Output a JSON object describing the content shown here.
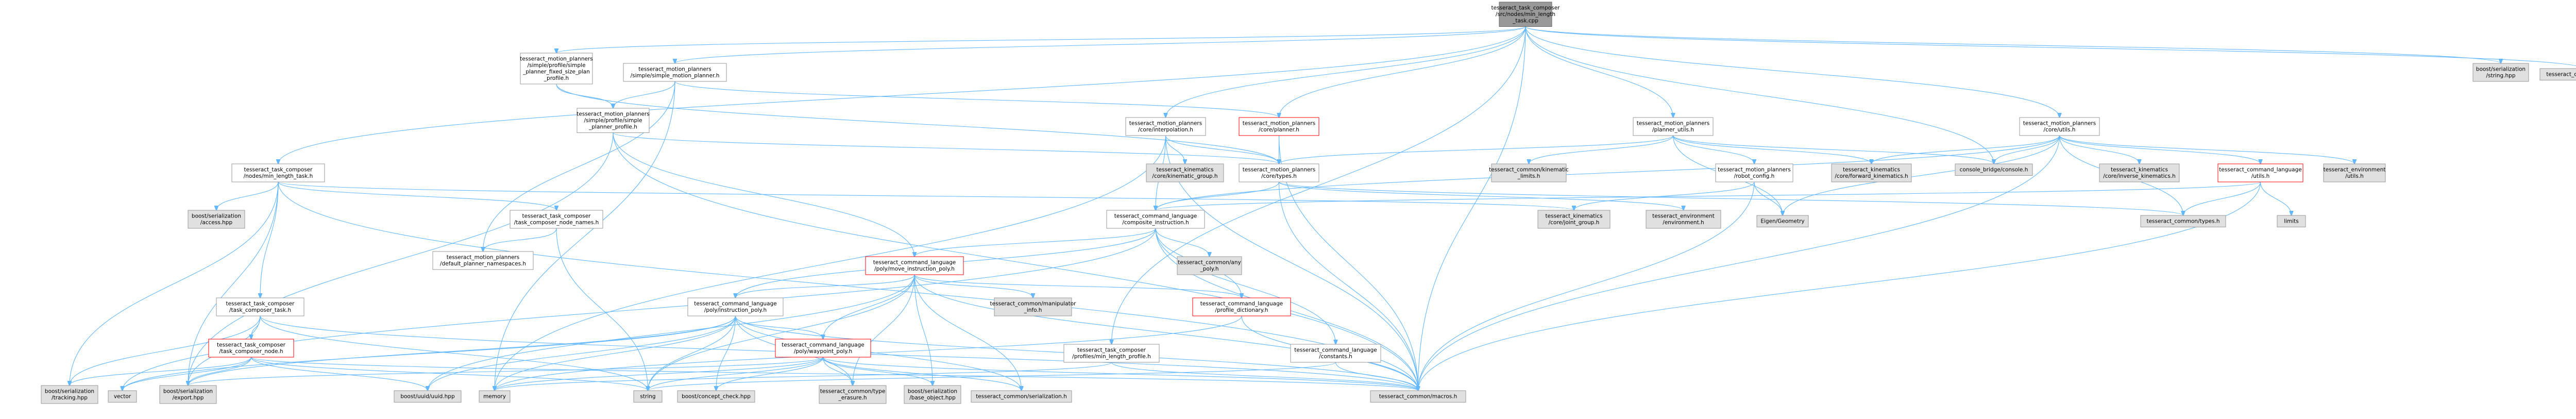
{
  "colors": {
    "edge": "#63b8ff",
    "border": "#999999",
    "gray_fill": "#e0e0e0",
    "root_fill": "#999999",
    "root_border": "#666666",
    "red_border": "#ff0000"
  },
  "nodes": [
    {
      "id": "root",
      "lines": [
        "tesseract_task_composer",
        "/src/nodes/min_length",
        "_task.cpp"
      ],
      "style": "root"
    },
    {
      "id": "mp_simple_fixed",
      "lines": [
        "tesseract_motion_planners",
        "/simple/profile/simple",
        "_planner_fixed_size_plan",
        "_profile.h"
      ],
      "style": "white"
    },
    {
      "id": "mp_simple_motion_planner",
      "lines": [
        "tesseract_motion_planners",
        "/simple/simple_motion_planner.h"
      ],
      "style": "white"
    },
    {
      "id": "mp_simple_planner_profile",
      "lines": [
        "tesseract_motion_planners",
        "/simple/profile/simple",
        "_planner_profile.h"
      ],
      "style": "white"
    },
    {
      "id": "boost_ser_string",
      "lines": [
        "boost/serialization",
        "/string.hpp"
      ],
      "style": "gray"
    },
    {
      "id": "common_timer",
      "lines": [
        "tesseract_common/timer.h"
      ],
      "style": "gray"
    },
    {
      "id": "mp_core_interpolation",
      "lines": [
        "tesseract_motion_planners",
        "/core/interpolation.h"
      ],
      "style": "white"
    },
    {
      "id": "mp_core_planner",
      "lines": [
        "tesseract_motion_planners",
        "/core/planner.h"
      ],
      "style": "red"
    },
    {
      "id": "mp_planner_utils",
      "lines": [
        "tesseract_motion_planners",
        "/planner_utils.h"
      ],
      "style": "white"
    },
    {
      "id": "mp_core_utils",
      "lines": [
        "tesseract_motion_planners",
        "/core/utils.h"
      ],
      "style": "white"
    },
    {
      "id": "tc_min_length_task",
      "lines": [
        "tesseract_task_composer",
        "/nodes/min_length_task.h"
      ],
      "style": "white"
    },
    {
      "id": "kin_kinematic_group",
      "lines": [
        "tesseract_kinematics",
        "/core/kinematic_group.h"
      ],
      "style": "gray"
    },
    {
      "id": "mp_core_types",
      "lines": [
        "tesseract_motion_planners",
        "/core/types.h"
      ],
      "style": "white"
    },
    {
      "id": "common_kinematic_limits",
      "lines": [
        "tesseract_common/kinematic",
        "_limits.h"
      ],
      "style": "gray"
    },
    {
      "id": "mp_robot_config",
      "lines": [
        "tesseract_motion_planners",
        "/robot_config.h"
      ],
      "style": "white"
    },
    {
      "id": "kin_forward",
      "lines": [
        "tesseract_kinematics",
        "/core/forward_kinematics.h"
      ],
      "style": "gray"
    },
    {
      "id": "console_bridge",
      "lines": [
        "console_bridge/console.h"
      ],
      "style": "gray"
    },
    {
      "id": "kin_inverse",
      "lines": [
        "tesseract_kinematics",
        "/core/inverse_kinematics.h"
      ],
      "style": "gray"
    },
    {
      "id": "cmd_utils",
      "lines": [
        "tesseract_command_language",
        "/utils.h"
      ],
      "style": "red"
    },
    {
      "id": "env_utils",
      "lines": [
        "tesseract_environment",
        "/utils.h"
      ],
      "style": "gray"
    },
    {
      "id": "boost_ser_access",
      "lines": [
        "boost/serialization",
        "/access.hpp"
      ],
      "style": "gray"
    },
    {
      "id": "tc_node_names",
      "lines": [
        "tesseract_task_composer",
        "/task_composer_node_names.h"
      ],
      "style": "white"
    },
    {
      "id": "cmd_composite_instruction",
      "lines": [
        "tesseract_command_language",
        "/composite_instruction.h"
      ],
      "style": "white"
    },
    {
      "id": "kin_joint_group",
      "lines": [
        "tesseract_kinematics",
        "/core/joint_group.h"
      ],
      "style": "gray"
    },
    {
      "id": "env_environment",
      "lines": [
        "tesseract_environment",
        "/environment.h"
      ],
      "style": "gray"
    },
    {
      "id": "eigen_geometry",
      "lines": [
        "Eigen/Geometry"
      ],
      "style": "gray"
    },
    {
      "id": "common_types",
      "lines": [
        "tesseract_common/types.h"
      ],
      "style": "gray"
    },
    {
      "id": "limits",
      "lines": [
        "limits"
      ],
      "style": "gray"
    },
    {
      "id": "mp_default_namespaces",
      "lines": [
        "tesseract_motion_planners",
        "/default_planner_namespaces.h"
      ],
      "style": "white"
    },
    {
      "id": "common_any_poly",
      "lines": [
        "tesseract_common/any",
        "_poly.h"
      ],
      "style": "gray"
    },
    {
      "id": "cmd_move_instruction_poly",
      "lines": [
        "tesseract_command_language",
        "/poly/move_instruction_poly.h"
      ],
      "style": "red"
    },
    {
      "id": "tc_task_composer_task",
      "lines": [
        "tesseract_task_composer",
        "/task_composer_task.h"
      ],
      "style": "white"
    },
    {
      "id": "cmd_instruction_poly",
      "lines": [
        "tesseract_command_language",
        "/poly/instruction_poly.h"
      ],
      "style": "white"
    },
    {
      "id": "common_manipulator_info",
      "lines": [
        "tesseract_common/manipulator",
        "_info.h"
      ],
      "style": "gray"
    },
    {
      "id": "cmd_profile_dictionary",
      "lines": [
        "tesseract_command_language",
        "/profile_dictionary.h"
      ],
      "style": "red"
    },
    {
      "id": "tc_task_composer_node",
      "lines": [
        "tesseract_task_composer",
        "/task_composer_node.h"
      ],
      "style": "red"
    },
    {
      "id": "cmd_waypoint_poly",
      "lines": [
        "tesseract_command_language",
        "/poly/waypoint_poly.h"
      ],
      "style": "red"
    },
    {
      "id": "tc_profiles_min_length",
      "lines": [
        "tesseract_task_composer",
        "/profiles/min_length_profile.h"
      ],
      "style": "white"
    },
    {
      "id": "cmd_constants",
      "lines": [
        "tesseract_command_language",
        "/constants.h"
      ],
      "style": "white"
    },
    {
      "id": "boost_ser_tracking",
      "lines": [
        "boost/serialization",
        "/tracking.hpp"
      ],
      "style": "gray"
    },
    {
      "id": "vector",
      "lines": [
        "vector"
      ],
      "style": "gray"
    },
    {
      "id": "boost_ser_export",
      "lines": [
        "boost/serialization",
        "/export.hpp"
      ],
      "style": "gray"
    },
    {
      "id": "boost_uuid",
      "lines": [
        "boost/uuid/uuid.hpp"
      ],
      "style": "gray"
    },
    {
      "id": "memory",
      "lines": [
        "memory"
      ],
      "style": "gray"
    },
    {
      "id": "string",
      "lines": [
        "string"
      ],
      "style": "gray"
    },
    {
      "id": "boost_concept_check",
      "lines": [
        "boost/concept_check.hpp"
      ],
      "style": "gray"
    },
    {
      "id": "common_type_erasure",
      "lines": [
        "tesseract_common/type",
        "_erasure.h"
      ],
      "style": "gray"
    },
    {
      "id": "boost_ser_base_object",
      "lines": [
        "boost/serialization",
        "/base_object.hpp"
      ],
      "style": "gray"
    },
    {
      "id": "common_serialization",
      "lines": [
        "tesseract_common/serialization.h"
      ],
      "style": "gray"
    },
    {
      "id": "common_macros",
      "lines": [
        "tesseract_common/macros.h"
      ],
      "style": "gray"
    }
  ],
  "edges": [
    [
      "root",
      "mp_simple_fixed"
    ],
    [
      "root",
      "mp_simple_motion_planner"
    ],
    [
      "root",
      "boost_ser_string"
    ],
    [
      "root",
      "common_timer"
    ],
    [
      "root",
      "mp_core_interpolation"
    ],
    [
      "root",
      "mp_core_planner"
    ],
    [
      "root",
      "mp_planner_utils"
    ],
    [
      "root",
      "mp_core_utils"
    ],
    [
      "root",
      "tc_min_length_task"
    ],
    [
      "root",
      "console_bridge"
    ],
    [
      "root",
      "tc_profiles_min_length"
    ],
    [
      "root",
      "common_macros"
    ],
    [
      "mp_simple_fixed",
      "mp_simple_planner_profile"
    ],
    [
      "mp_simple_fixed",
      "mp_core_types"
    ],
    [
      "mp_simple_motion_planner",
      "mp_simple_planner_profile"
    ],
    [
      "mp_simple_motion_planner",
      "mp_core_planner"
    ],
    [
      "mp_simple_motion_planner",
      "mp_default_namespaces"
    ],
    [
      "mp_simple_motion_planner",
      "memory"
    ],
    [
      "mp_simple_planner_profile",
      "cmd_move_instruction_poly"
    ],
    [
      "mp_simple_planner_profile",
      "mp_core_types"
    ],
    [
      "mp_simple_planner_profile",
      "boost_ser_export"
    ],
    [
      "mp_simple_planner_profile",
      "common_macros"
    ],
    [
      "mp_core_interpolation",
      "kin_kinematic_group"
    ],
    [
      "mp_core_interpolation",
      "mp_core_types"
    ],
    [
      "mp_core_interpolation",
      "cmd_composite_instruction"
    ],
    [
      "mp_core_interpolation",
      "common_macros"
    ],
    [
      "mp_core_interpolation",
      "memory"
    ],
    [
      "mp_core_planner",
      "mp_core_types"
    ],
    [
      "mp_core_planner",
      "common_macros"
    ],
    [
      "mp_planner_utils",
      "mp_core_types"
    ],
    [
      "mp_planner_utils",
      "common_kinematic_limits"
    ],
    [
      "mp_planner_utils",
      "mp_robot_config"
    ],
    [
      "mp_planner_utils",
      "kin_forward"
    ],
    [
      "mp_planner_utils",
      "eigen_geometry"
    ],
    [
      "mp_planner_utils",
      "console_bridge"
    ],
    [
      "mp_core_utils",
      "kin_forward"
    ],
    [
      "mp_core_utils",
      "console_bridge"
    ],
    [
      "mp_core_utils",
      "kin_inverse"
    ],
    [
      "mp_core_utils",
      "cmd_utils"
    ],
    [
      "mp_core_utils",
      "env_utils"
    ],
    [
      "mp_core_utils",
      "common_types"
    ],
    [
      "mp_core_utils",
      "cmd_composite_instruction"
    ],
    [
      "mp_core_utils",
      "eigen_geometry"
    ],
    [
      "mp_core_utils",
      "common_macros"
    ],
    [
      "tc_min_length_task",
      "boost_ser_access"
    ],
    [
      "tc_min_length_task",
      "tc_node_names"
    ],
    [
      "tc_min_length_task",
      "tc_task_composer_task"
    ],
    [
      "tc_min_length_task",
      "kin_joint_group"
    ],
    [
      "tc_min_length_task",
      "boost_ser_export"
    ],
    [
      "tc_min_length_task",
      "boost_ser_tracking"
    ],
    [
      "tc_min_length_task",
      "common_macros"
    ],
    [
      "mp_core_types",
      "cmd_composite_instruction"
    ],
    [
      "mp_core_types",
      "env_environment"
    ],
    [
      "mp_core_types",
      "common_types"
    ],
    [
      "mp_core_types",
      "common_macros"
    ],
    [
      "mp_robot_config",
      "eigen_geometry"
    ],
    [
      "mp_robot_config",
      "kin_joint_group"
    ],
    [
      "mp_robot_config",
      "common_macros"
    ],
    [
      "cmd_utils",
      "common_types"
    ],
    [
      "cmd_utils",
      "limits"
    ],
    [
      "cmd_utils",
      "cmd_composite_instruction"
    ],
    [
      "cmd_utils",
      "common_macros"
    ],
    [
      "tc_node_names",
      "mp_default_namespaces"
    ],
    [
      "tc_node_names",
      "string"
    ],
    [
      "cmd_composite_instruction",
      "common_any_poly"
    ],
    [
      "cmd_composite_instruction",
      "cmd_move_instruction_poly"
    ],
    [
      "cmd_composite_instruction",
      "cmd_instruction_poly"
    ],
    [
      "cmd_composite_instruction",
      "cmd_profile_dictionary"
    ],
    [
      "cmd_composite_instruction",
      "cmd_constants"
    ],
    [
      "cmd_composite_instruction",
      "vector"
    ],
    [
      "cmd_composite_instruction",
      "common_macros"
    ],
    [
      "cmd_move_instruction_poly",
      "cmd_instruction_poly"
    ],
    [
      "cmd_move_instruction_poly",
      "cmd_waypoint_poly"
    ],
    [
      "cmd_move_instruction_poly",
      "common_manipulator_info"
    ],
    [
      "cmd_move_instruction_poly",
      "cmd_profile_dictionary"
    ],
    [
      "cmd_move_instruction_poly",
      "string"
    ],
    [
      "cmd_move_instruction_poly",
      "boost_uuid"
    ],
    [
      "cmd_move_instruction_poly",
      "common_serialization"
    ],
    [
      "cmd_move_instruction_poly",
      "common_type_erasure"
    ],
    [
      "cmd_move_instruction_poly",
      "boost_ser_base_object"
    ],
    [
      "cmd_move_instruction_poly",
      "common_macros"
    ],
    [
      "tc_task_composer_task",
      "tc_task_composer_node"
    ],
    [
      "tc_task_composer_task",
      "boost_ser_export"
    ],
    [
      "tc_task_composer_task",
      "boost_ser_tracking"
    ],
    [
      "tc_task_composer_task",
      "string"
    ],
    [
      "tc_task_composer_task",
      "common_macros"
    ],
    [
      "cmd_instruction_poly",
      "cmd_waypoint_poly"
    ],
    [
      "cmd_instruction_poly",
      "string"
    ],
    [
      "cmd_instruction_poly",
      "boost_uuid"
    ],
    [
      "cmd_instruction_poly",
      "boost_concept_check"
    ],
    [
      "cmd_instruction_poly",
      "common_type_erasure"
    ],
    [
      "cmd_instruction_poly",
      "common_serialization"
    ],
    [
      "cmd_instruction_poly",
      "vector"
    ],
    [
      "cmd_instruction_poly",
      "memory"
    ],
    [
      "cmd_instruction_poly",
      "boost_ser_export"
    ],
    [
      "cmd_instruction_poly",
      "common_macros"
    ],
    [
      "cmd_profile_dictionary",
      "common_macros"
    ],
    [
      "cmd_profile_dictionary",
      "memory"
    ],
    [
      "tc_task_composer_node",
      "boost_uuid"
    ],
    [
      "tc_task_composer_node",
      "boost_ser_export"
    ],
    [
      "tc_task_composer_node",
      "boost_ser_tracking"
    ],
    [
      "tc_task_composer_node",
      "vector"
    ],
    [
      "tc_task_composer_node",
      "string"
    ],
    [
      "tc_task_composer_node",
      "common_macros"
    ],
    [
      "cmd_waypoint_poly",
      "boost_concept_check"
    ],
    [
      "cmd_waypoint_poly",
      "common_type_erasure"
    ],
    [
      "cmd_waypoint_poly",
      "boost_ser_base_object"
    ],
    [
      "cmd_waypoint_poly",
      "common_serialization"
    ],
    [
      "cmd_waypoint_poly",
      "boost_ser_export"
    ],
    [
      "cmd_waypoint_poly",
      "string"
    ],
    [
      "cmd_waypoint_poly",
      "memory"
    ],
    [
      "cmd_waypoint_poly",
      "common_macros"
    ],
    [
      "tc_profiles_min_length",
      "common_macros"
    ],
    [
      "tc_profiles_min_length",
      "memory"
    ],
    [
      "cmd_constants",
      "common_macros"
    ],
    [
      "cmd_constants",
      "string"
    ]
  ]
}
